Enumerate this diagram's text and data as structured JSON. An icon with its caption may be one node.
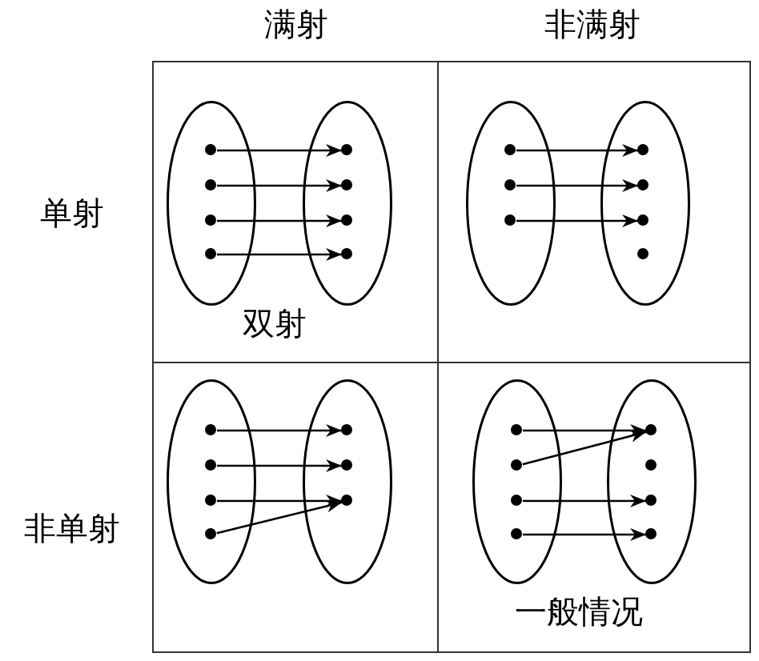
{
  "diagram": {
    "nodes": [
      {
        "text": [
          "双射"
        ]
      },
      {
        "text": [],
        "shape": "ellipse",
        "in": 0
      },
      {
        "text": [],
        "shape": "circle",
        "in": 1
      },
      {
        "text": [],
        "shape": "circle",
        "in": 1
      },
      {
        "text": [],
        "shape": "circle",
        "in": 1
      },
      {
        "text": [],
        "shape": "circle",
        "in": 1
      },
      {
        "text": [],
        "shape": "ellipse",
        "in": 0
      },
      {
        "text": [],
        "shape": "circle",
        "in": 6
      },
      {
        "text": [],
        "shape": "circle",
        "in": 6
      },
      {
        "text": [],
        "shape": "circle",
        "in": 6
      },
      {
        "text": [],
        "shape": "circle",
        "in": 6
      },
      {
        "text": [],
        "shape": "box"
      },
      {
        "text": [],
        "shape": "ellipse",
        "in": 11
      },
      {
        "text": [],
        "shape": "circle",
        "in": 12
      },
      {
        "text": [],
        "shape": "circle",
        "in": 12
      },
      {
        "text": [],
        "shape": "circle",
        "in": 12
      },
      {
        "text": [],
        "shape": "ellipse",
        "in": 11
      },
      {
        "text": [],
        "shape": "circle",
        "in": 16
      },
      {
        "text": [],
        "shape": "circle",
        "in": 16
      },
      {
        "text": [],
        "shape": "circle",
        "in": 16
      },
      {
        "text": [],
        "shape": "circle",
        "in": 16
      },
      {
        "text": [],
        "shape": "box"
      },
      {
        "text": [],
        "shape": "ellipse",
        "in": 21
      },
      {
        "text": [],
        "shape": "circle",
        "in": 22
      },
      {
        "text": [],
        "shape": "circle",
        "in": 22
      },
      {
        "text": [],
        "shape": "circle",
        "in": 22
      },
      {
        "text": [],
        "shape": "circle",
        "in": 22
      },
      {
        "text": [],
        "shape": "ellipse",
        "in": 21
      },
      {
        "text": [],
        "shape": "circle",
        "in": 27
      },
      {
        "text": [],
        "shape": "circle",
        "in": 27
      },
      {
        "text": [],
        "shape": "circle",
        "in": 27
      },
      {
        "text": [
          "一般情况"
        ]
      },
      {
        "text": [],
        "shape": "ellipse",
        "in": 31
      },
      {
        "text": [],
        "shape": "circle",
        "in": 32
      },
      {
        "text": [],
        "shape": "circle",
        "in": 32
      },
      {
        "text": [],
        "shape": "circle",
        "in": 32
      },
      {
        "text": [],
        "shape": "circle",
        "in": 32
      },
      {
        "text": [],
        "shape": "ellipse",
        "in": 31
      },
      {
        "text": [],
        "shape": "circle",
        "in": 37
      },
      {
        "text": [],
        "shape": "circle",
        "in": 37
      },
      {
        "text": [],
        "shape": "circle",
        "in": 37
      },
      {
        "text": [],
        "shape": "circle",
        "in": 37
      }
    ],
    "edges": [
      {
        "from": 2,
        "to": 7,
        "arrow": "to"
      },
      {
        "from": 3,
        "to": 8,
        "arrow": "to"
      },
      {
        "from": 4,
        "to": 9,
        "arrow": "to"
      },
      {
        "from": 5,
        "to": 10,
        "arrow": "to"
      },
      {
        "from": 13,
        "to": 17,
        "arrow": "to"
      },
      {
        "from": 14,
        "to": 18,
        "arrow": "to"
      },
      {
        "from": 15,
        "to": 19,
        "arrow": "to"
      },
      {
        "from": 23,
        "to": 28,
        "arrow": "to"
      },
      {
        "from": 24,
        "to": 29,
        "arrow": "to"
      },
      {
        "from": 25,
        "to": 30,
        "arrow": "to"
      },
      {
        "from": 26,
        "to": 30,
        "arrow": "to"
      },
      {
        "from": 33,
        "to": 38,
        "arrow": "to"
      },
      {
        "from": 34,
        "to": 38,
        "arrow": "to"
      },
      {
        "from": 35,
        "to": 40,
        "arrow": "to"
      },
      {
        "from": 36,
        "to": 41,
        "arrow": "to"
      }
    ],
    "labels": [
      "满射",
      "非满射",
      "单射",
      "非单射"
    ]
  }
}
